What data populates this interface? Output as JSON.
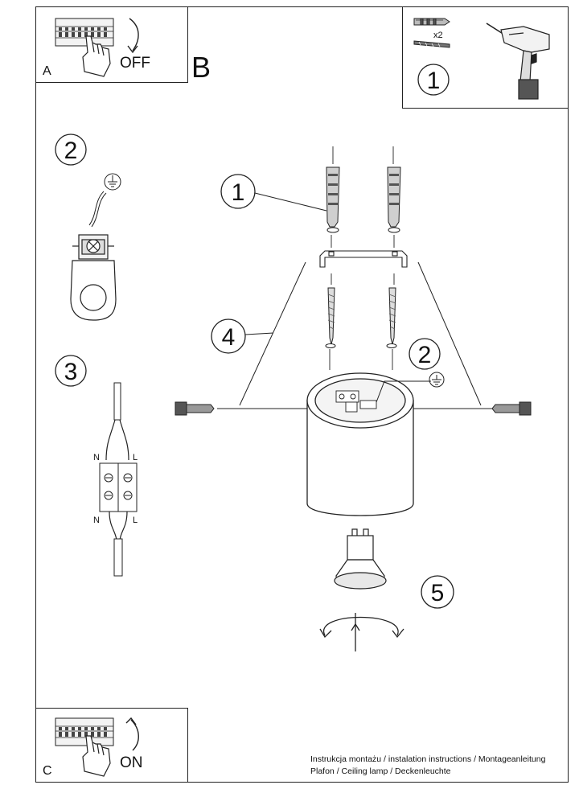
{
  "panel_a": {
    "letter": "A",
    "state": "OFF"
  },
  "panel_b": {
    "letter": "B"
  },
  "panel_c": {
    "letter": "C",
    "state": "ON"
  },
  "tools": {
    "step": "1",
    "multiplier": "x2"
  },
  "steps": {
    "earth": "2",
    "wiring": "3",
    "mounting": "1",
    "bracket_screws": "4",
    "lamp_earth": "2",
    "bulb": "5"
  },
  "wire_labels": {
    "neutral": "N",
    "live": "L"
  },
  "icons": [
    "switch-box-icon",
    "hand-icon",
    "rotate-arrow-icon",
    "wall-plug-icon",
    "drill-icon",
    "earth-symbol-icon",
    "terminal-block-icon",
    "gu10-bulb-icon",
    "twist-arrow-icon"
  ],
  "footer": {
    "line1": "Instrukcja montażu / instalation instructions / Montageanleitung",
    "line2": "Plafon / Ceiling lamp / Deckenleuchte"
  }
}
